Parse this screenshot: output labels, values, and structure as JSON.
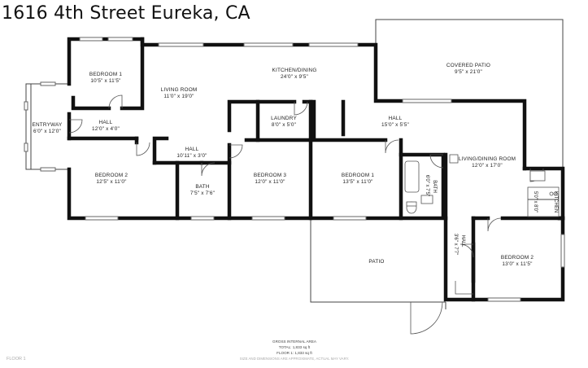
{
  "title": "1616 4th Street Eureka, CA",
  "rooms": {
    "bedroom_1_left": {
      "name": "BEDROOM 1",
      "dims": "10'5\" x 11'5\""
    },
    "living_room": {
      "name": "LIVING ROOM",
      "dims": "11'0\" x 19'0\""
    },
    "kitchen_dining": {
      "name": "KITCHEN/DINING",
      "dims": "24'0\" x 9'5\""
    },
    "covered_patio": {
      "name": "COVERED PATIO",
      "dims": "9'5\" x 21'0\""
    },
    "entryway": {
      "name": "ENTRYWAY",
      "dims": "6'0\" x 12'0\""
    },
    "hall_left": {
      "name": "HALL",
      "dims": "12'0\" x 4'0\""
    },
    "laundry": {
      "name": "LAUNDRY",
      "dims": "8'0\" x 5'0\""
    },
    "hall_right": {
      "name": "HALL",
      "dims": "15'0\" x 5'5\""
    },
    "hall_center": {
      "name": "HALL",
      "dims": "10'11\" x 3'0\""
    },
    "living_dining_room": {
      "name": "LIVING/DINING ROOM",
      "dims": "12'0\" x 17'0\""
    },
    "bedroom_2_left": {
      "name": "BEDROOM 2",
      "dims": "12'5\" x 11'0\""
    },
    "bath_left": {
      "name": "BATH",
      "dims": "7'5\" x 7'6\""
    },
    "bedroom_3": {
      "name": "BEDROOM 3",
      "dims": "12'0\" x 11'0\""
    },
    "bedroom_1_right": {
      "name": "BEDROOM 1",
      "dims": "13'5\" x 11'0\""
    },
    "bath_right": {
      "name": "BATH",
      "dims": "6'0\" x 7'5\""
    },
    "kitchen_right": {
      "name": "KITCHEN",
      "dims": "5'0\" x 8'0\""
    },
    "hall_small": {
      "name": "HALL",
      "dims": "3'6\" x 7'7\""
    },
    "patio": {
      "name": "PATIO",
      "dims": ""
    },
    "bedroom_2_right": {
      "name": "BEDROOM 2",
      "dims": "13'0\" x 11'5\""
    }
  },
  "footer": {
    "gross_area_label": "GROSS INTERNAL AREA",
    "total": "TOTAL: 1,833 sq ft",
    "floor": "FLOOR 1: 1,833 sq ft",
    "disclaimer": "SIZE AND DIMENSIONS ARE APPROXIMATE, ACTUAL MAY VARY."
  },
  "floor_label": "FLOOR 1"
}
